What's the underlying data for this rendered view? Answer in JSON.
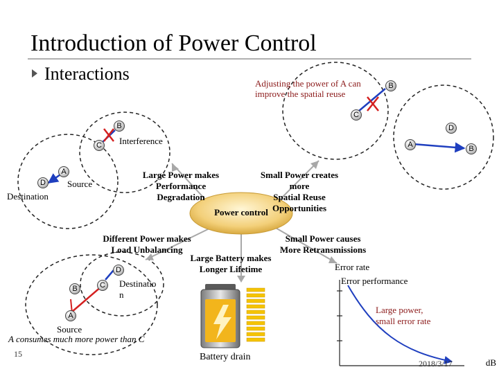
{
  "slide": {
    "title": "Introduction of Power Control",
    "bullet": "Interactions",
    "page_number": "15",
    "date": "2018/3/17",
    "unit": "dB"
  },
  "top_left_diagram": {
    "nodes": {
      "b": "B",
      "c": "C",
      "a": "A",
      "d": "D"
    },
    "interference_label": "Interference",
    "source_label": "Source",
    "destination_label": "Destination"
  },
  "top_right_diagram": {
    "caption_line1": "Adjusting the power of A can",
    "caption_line2": "improve the spatial reuse",
    "nodes": {
      "b": "B",
      "c": "C",
      "d": "D",
      "a": "A",
      "e": "B"
    }
  },
  "center": {
    "hub_label": "Power control",
    "large_power_lines": [
      "Large Power makes",
      "Performance",
      "Degradation"
    ],
    "small_power_lines": [
      "Small Power creates",
      "more",
      "Spatial Reuse",
      "Opportunities"
    ],
    "different_power_lines": [
      "Different Power makes",
      "Load Unbalancing"
    ],
    "small_retrans_lines": [
      "Small Power causes",
      "More Retransmissions"
    ],
    "battery_lines": [
      "Large Battery makes",
      "Longer Lifetime"
    ]
  },
  "bottom_left_diagram": {
    "nodes": {
      "d": "D",
      "b": "B",
      "c": "C",
      "a": "A"
    },
    "destination_lines": [
      "Destinatio",
      "n"
    ],
    "source_label": "Source",
    "caption": "A consumes much more power than C"
  },
  "battery": {
    "caption": "Battery drain"
  },
  "error_chart": {
    "ylabel": "Error rate",
    "title": "Error performance",
    "annotation_lines": [
      "Large power,",
      "small error rate"
    ]
  },
  "colors": {
    "hub_fill": "#f3d07a",
    "arrow": "#a8a8a8",
    "link": "#1f3fbf",
    "cross": "#d42020",
    "curve": "#1f3fbf"
  }
}
